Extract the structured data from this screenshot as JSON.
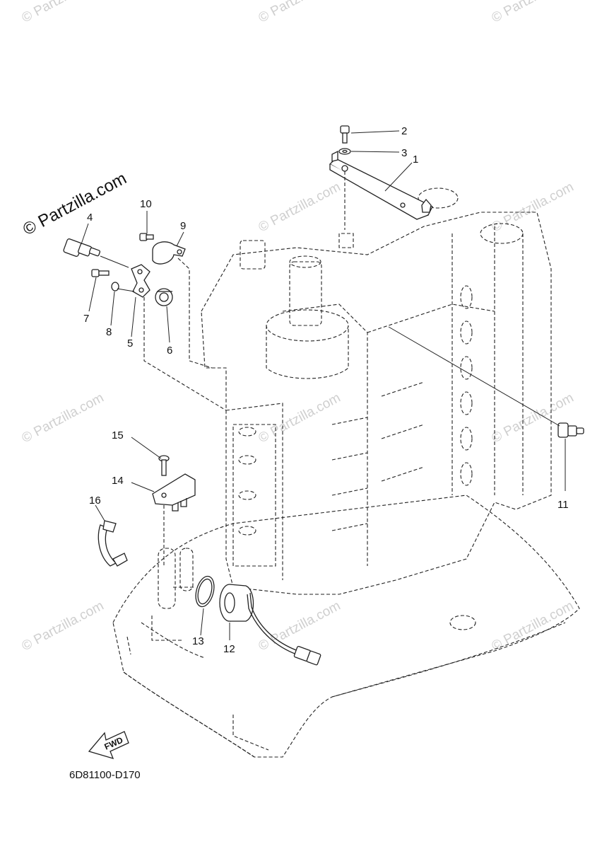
{
  "watermark": {
    "brand": "© Partzilla.com",
    "tile": "© Partzilla.com"
  },
  "diagram_code": "6D81100-D170",
  "fwd_label": "FWD",
  "parts": [
    {
      "label": "1"
    },
    {
      "label": "2"
    },
    {
      "label": "3"
    },
    {
      "label": "4"
    },
    {
      "label": "5"
    },
    {
      "label": "6"
    },
    {
      "label": "7"
    },
    {
      "label": "8"
    },
    {
      "label": "9"
    },
    {
      "label": "10"
    },
    {
      "label": "11"
    },
    {
      "label": "12"
    },
    {
      "label": "13"
    },
    {
      "label": "14"
    },
    {
      "label": "15"
    },
    {
      "label": "16"
    }
  ]
}
